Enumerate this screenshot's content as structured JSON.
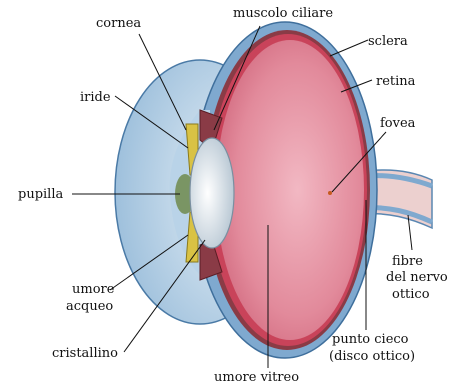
{
  "labels": {
    "cornea": "cornea",
    "muscolo_ciliare": "muscolo ciliare",
    "sclera": "sclera",
    "retina": "retina",
    "iride": "iride",
    "fovea": "fovea",
    "pupilla": "pupilla",
    "fibre_line1": "fibre",
    "fibre_line2": "del nervo",
    "fibre_line3": "ottico",
    "umore_acqueo_line1": "umore",
    "umore_acqueo_line2": "acqueo",
    "punto_cieco_line1": "punto cieco",
    "punto_cieco_line2": "(disco ottico)",
    "cristallino": "cristallino",
    "umore_vitreo": "umore vitreo"
  },
  "colors": {
    "sclera": "#7fa9cf",
    "cornea": "#b9d3e8",
    "vitreous": "#e28a9b",
    "retina": "#c9435a",
    "lens": "#dfe7ee",
    "iris": "#d9c244",
    "nerve": "#e9c8c8"
  }
}
